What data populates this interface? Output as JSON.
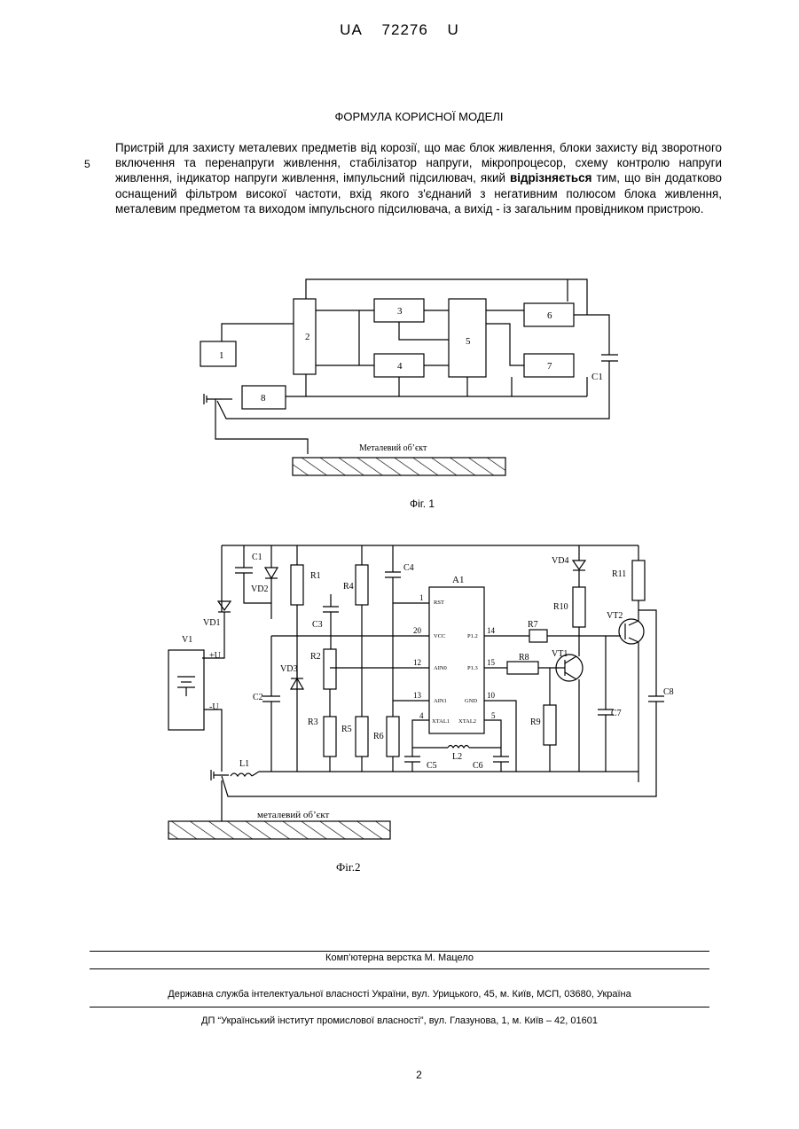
{
  "header": {
    "country": "UA",
    "number": "72276",
    "kind": "U"
  },
  "section_title": "ФОРМУЛА КОРИСНОЇ МОДЕЛІ",
  "line_number": "5",
  "claim": {
    "part1": "Пристрій для захисту металевих предметів від корозії, що має блок живлення, блоки захисту від зворотного включення та перенапруги живлення, стабілізатор напруги, мікропроцесор, схему контролю напруги живлення, індикатор напруги живлення, імпульсний підсилювач, який ",
    "emphasis": "відрізняється",
    "part2": " тим, що він додатково оснащений фільтром високої частоти, вхід якого з'єднаний з негативним полюсом блока живлення, металевим предметом та виходом імпульсного підсилювача, а вихід - із загальним провідником пристрою."
  },
  "fig1": {
    "blocks": [
      "1",
      "2",
      "3",
      "4",
      "5",
      "6",
      "7",
      "8"
    ],
    "capacitor": "C1",
    "object_label": "Металевий об’єкт",
    "caption": "Фіг. 1"
  },
  "fig2": {
    "labels": {
      "C1": "C1",
      "VD2": "VD2",
      "R1": "R1",
      "R4": "R4",
      "C4": "C4",
      "A1": "A1",
      "VD4": "VD4",
      "R11": "R11",
      "VD1": "VD1",
      "C3": "C3",
      "R2": "R2",
      "R3": "R3",
      "R5": "R5",
      "R6": "R6",
      "VD3": "VD3",
      "C2": "C2",
      "V1": "V1",
      "plusU": "+U",
      "minusU": "-U",
      "L1": "L1",
      "L2": "L2",
      "C5": "C5",
      "C6": "C6",
      "R7": "R7",
      "R8": "R8",
      "R9": "R9",
      "R10": "R10",
      "VT1": "VT1",
      "VT2": "VT2",
      "C7": "C7",
      "C8": "C8"
    },
    "pins": {
      "p1": "1",
      "p20": "20",
      "p12": "12",
      "p13": "13",
      "p4": "4",
      "p5": "5",
      "p10": "10",
      "p14": "14",
      "p15": "15",
      "RST": "RST",
      "VCC": "VCC",
      "AIN0": "AIN0",
      "AIN1": "AIN1",
      "XTAL1": "XTAL1",
      "XTAL2": "XTAL2",
      "P12": "P1.2",
      "P13": "P1.3",
      "GND": "GND"
    },
    "object_label": "металевий об’єкт",
    "caption": "Фіг.2"
  },
  "footer": {
    "layout": "Комп’ютерна верстка М. Мацело",
    "office": "Державна служба інтелектуальної власності України, вул. Урицького, 45, м. Київ, МСП, 03680, Україна",
    "institute": "ДП “Український інститут промислової власності”, вул. Глазунова, 1, м. Київ – 42, 01601"
  },
  "page_number": "2"
}
